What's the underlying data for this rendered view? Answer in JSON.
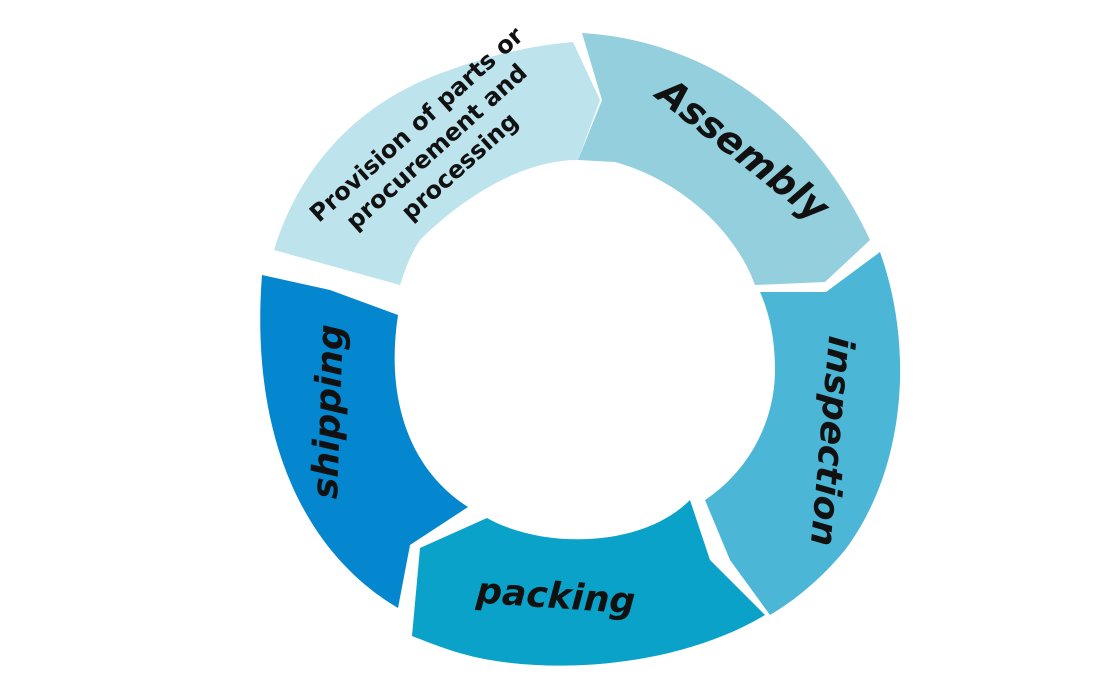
{
  "diagram": {
    "type": "cycle",
    "stages": [
      {
        "id": "provision",
        "lines": [
          "Provision of parts or",
          "procurement and",
          "processing"
        ],
        "color": "#bde3ed"
      },
      {
        "id": "assembly",
        "label": "Assembly",
        "color": "#93cfdd"
      },
      {
        "id": "inspection",
        "label": "inspection",
        "color": "#4cb6d7"
      },
      {
        "id": "packing",
        "label": "packing",
        "color": "#0aa2c8"
      },
      {
        "id": "shipping",
        "label": "shipping",
        "color": "#0487ce"
      }
    ]
  }
}
